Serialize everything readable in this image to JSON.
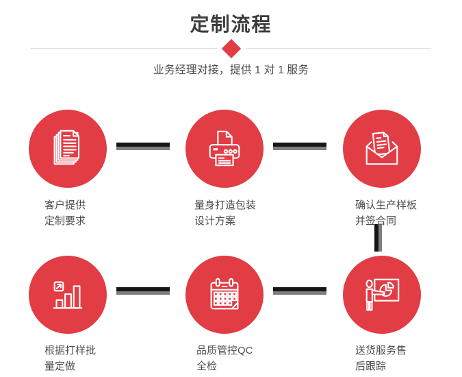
{
  "header": {
    "title": "定制流程",
    "subtitle": "业务经理对接，提供 1 对 1 服务"
  },
  "steps": [
    {
      "icon": "stacked-documents-icon",
      "lines": [
        "客户提供",
        "定制要求"
      ]
    },
    {
      "icon": "printer-icon",
      "lines": [
        "量身打造包装",
        "设计方案"
      ]
    },
    {
      "icon": "open-envelope-letter-icon",
      "lines": [
        "确认生产样板",
        "并签合同"
      ]
    },
    {
      "icon": "growth-bar-chart-icon",
      "lines": [
        "根据打样批",
        "量定做"
      ]
    },
    {
      "icon": "calendar-icon",
      "lines": [
        "品质管控QC",
        "全检"
      ]
    },
    {
      "icon": "presentation-pie-chart-icon",
      "lines": [
        "送货服务售",
        "后跟踪"
      ]
    }
  ],
  "colors": {
    "accent_red": "#e23c44",
    "title_text": "#3c3c3c",
    "body_text": "#4d4d4d",
    "divider": "#dcdcdc",
    "connector_dark": "#161616",
    "connector_gray": "#7e7e7e",
    "background": "#ffffff",
    "icon_stroke": "#ffffff"
  }
}
